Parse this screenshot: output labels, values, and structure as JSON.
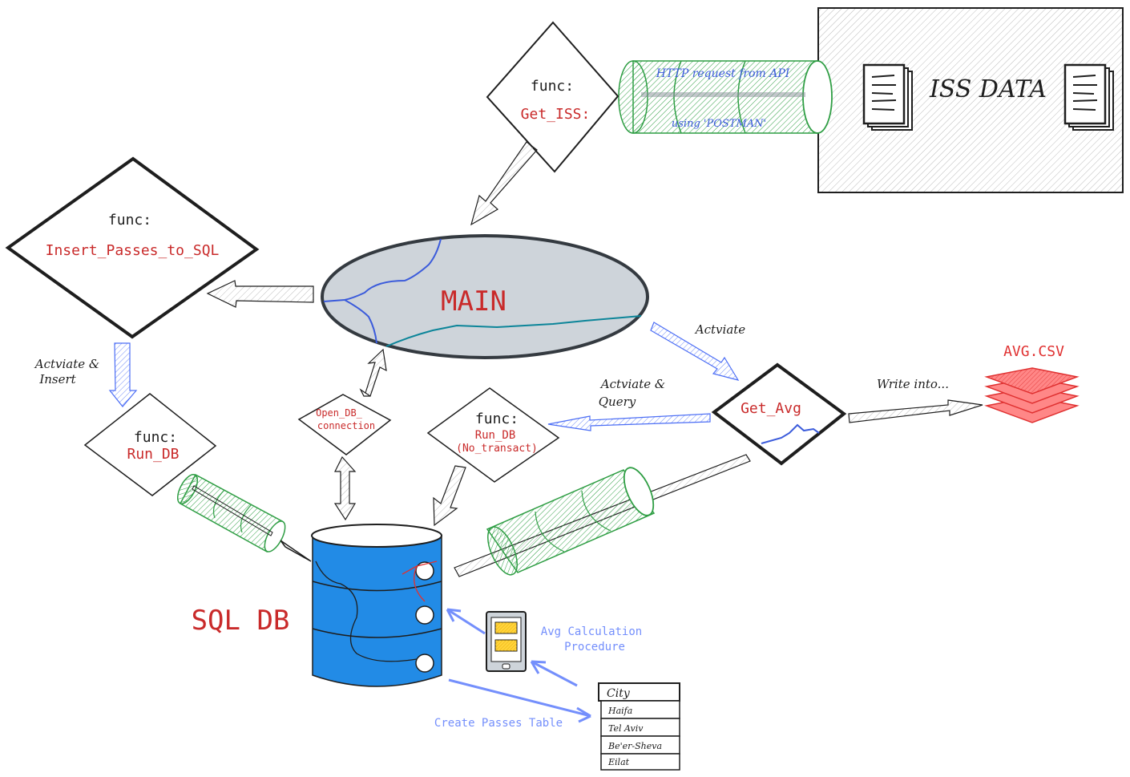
{
  "colors": {
    "red": "#c92a2a",
    "blue_db": "#228be6",
    "green_hatch": "#2f9e44",
    "red_csv": "#ff8787",
    "light_blue": "#748ffc",
    "main_fill": "#ced4da",
    "text": "#1e1e1e"
  },
  "iss": {
    "title": "ISS DATA"
  },
  "pipe_api": {
    "line1": "HTTP request from API",
    "line2": "using 'POSTMAN'"
  },
  "get_iss": {
    "func_label": "func:",
    "name": "Get_ISS:"
  },
  "insert": {
    "func_label": "func:",
    "name": "Insert_Passes_to_SQL"
  },
  "main": {
    "label": "MAIN"
  },
  "run_db_left": {
    "func_label": "func:",
    "name": "Run_DB"
  },
  "open_db": {
    "line1": "Open_DB_",
    "line2": "connection"
  },
  "run_db_mid": {
    "func_label": "func:",
    "name": "Run_DB",
    "sub": "(No_transact)"
  },
  "get_avg": {
    "name": "Get_Avg"
  },
  "avg_csv": {
    "label": "AVG.CSV"
  },
  "sql_db": {
    "label": "SQL DB"
  },
  "annotations": {
    "activate_insert_1": "Actviate &",
    "activate_insert_2": "Insert",
    "activate": "Actviate",
    "activate_query_1": "Actviate &",
    "activate_query_2": "Query",
    "write_into": "Write into...",
    "avg_proc_1": "Avg Calculation",
    "avg_proc_2": "Procedure",
    "create_table": "Create Passes Table"
  },
  "city_table": {
    "header": "City",
    "rows": [
      "Haifa",
      "Tel Aviv",
      "Be'er-Sheva",
      "Eilat"
    ]
  },
  "icons": [
    "document-stack-icon",
    "layers-stack-icon",
    "database-cylinder-icon",
    "tablet-device-icon"
  ]
}
